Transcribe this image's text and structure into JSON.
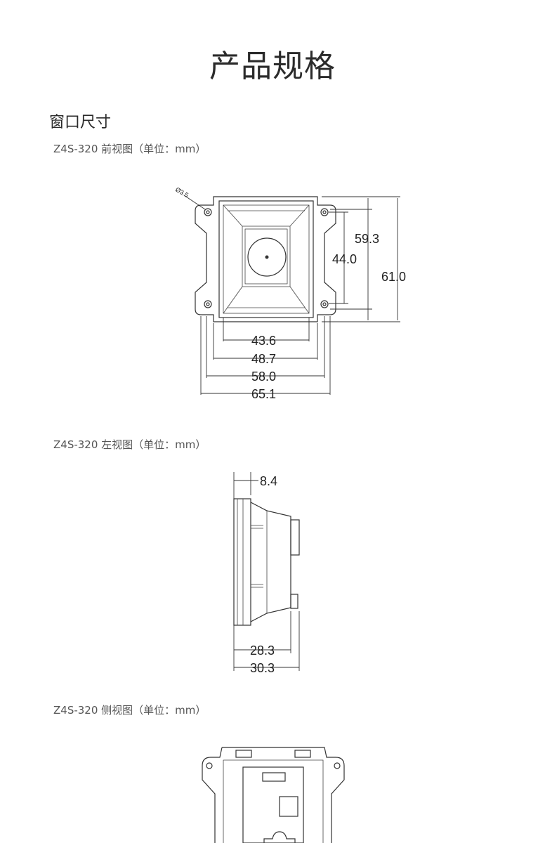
{
  "page": {
    "title": "产品规格"
  },
  "section": {
    "title": "窗口尺寸"
  },
  "views": {
    "front": {
      "caption": "Z4S-320 前视图（单位：mm）",
      "dims": {
        "hole": "Ø3.5",
        "h_inner": "44.0",
        "h_mid": "59.3",
        "h_outer": "61.0",
        "w1": "43.6",
        "w2": "48.7",
        "w3": "58.0",
        "w4": "65.1"
      }
    },
    "left": {
      "caption": "Z4S-320 左视图（单位：mm）",
      "dims": {
        "top": "8.4",
        "b1": "28.3",
        "b2": "30.3"
      }
    },
    "side": {
      "caption": "Z4S-320 侧视图（单位：mm）"
    }
  }
}
